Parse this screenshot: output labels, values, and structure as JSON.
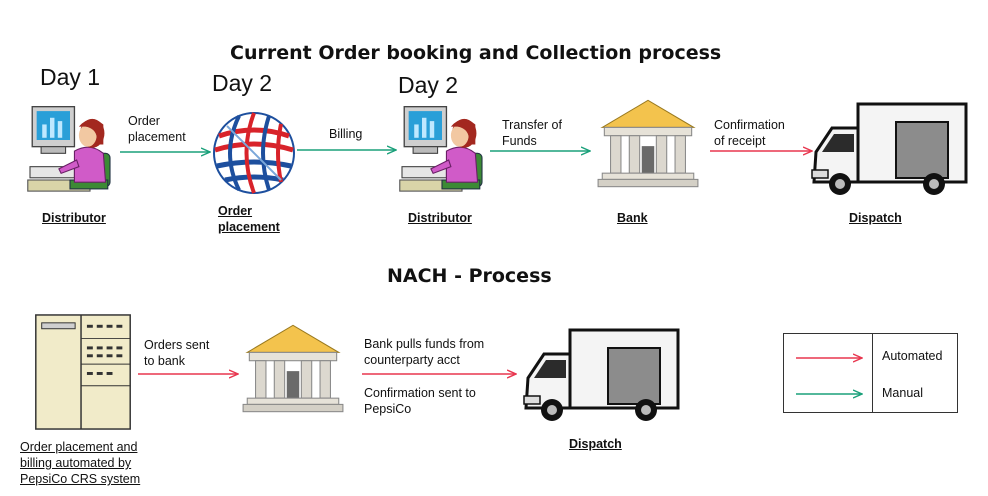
{
  "current": {
    "title": "Current Order booking and Collection process",
    "days": [
      "Day 1",
      "Day 2",
      "Day 2"
    ],
    "nodes": {
      "distributor1": "Distributor",
      "order_placement_line1": "Order",
      "order_placement_line2": "placement",
      "distributor2": "Distributor",
      "bank": "Bank",
      "dispatch": "Dispatch"
    },
    "edges": {
      "order_placement_line1": "Order",
      "order_placement_line2": "placement",
      "billing": "Billing",
      "transfer_line1": "Transfer of",
      "transfer_line2": "Funds",
      "confirmation_line1": "Confirmation",
      "confirmation_line2": "of receipt"
    }
  },
  "nach": {
    "title": "NACH - Process",
    "nodes": {
      "system_line1": "Order placement and",
      "system_line2": "billing automated by",
      "system_line3": "PepsiCo CRS system",
      "dispatch": "Dispatch"
    },
    "edges": {
      "orders_line1": "Orders sent",
      "orders_line2": "to bank",
      "pulls_line1": "Bank pulls funds from",
      "pulls_line2": "counterparty acct",
      "confirm_line1": "Confirmation sent to",
      "confirm_line2": "PepsiCo"
    }
  },
  "legend": {
    "automated": "Automated",
    "manual": "Manual"
  },
  "colors": {
    "automated": "#e8364f",
    "manual": "#1aa07a",
    "bank_sign": "#f3c34d",
    "screen": "#2a9fd8",
    "person_shirt": "#d05bc8",
    "chair": "#3c8a35"
  },
  "icons": {
    "distributor": "person-at-computer-icon",
    "globe": "pepsi-globe-icon",
    "bank": "bank-building-icon",
    "truck": "delivery-truck-icon",
    "server": "server-cabinet-icon"
  }
}
